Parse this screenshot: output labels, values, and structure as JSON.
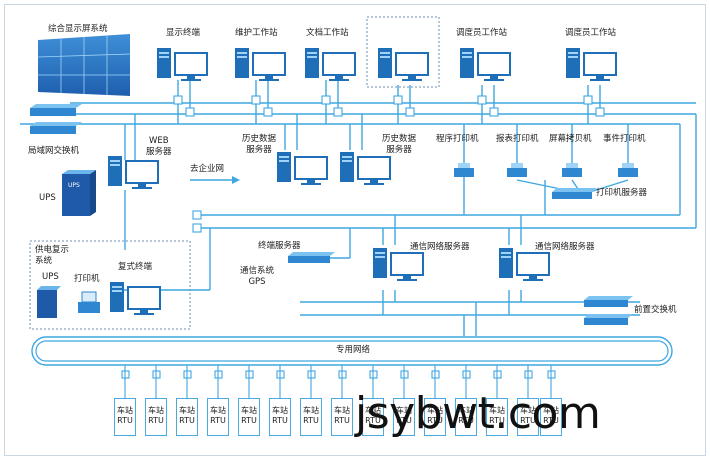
{
  "nodes": {
    "video_wall": "综合显示屏系统",
    "display_terminal": "显示终端",
    "maint_ws": "维护工作站",
    "doc_ws": "文档工作站",
    "dispatch_ws_1": "调度员工作站",
    "dispatch_ws_2": "调度员工作站",
    "lan_switch": "局域网交换机",
    "web_server": "WEB\n服务器",
    "hist_server_1": "历史数据\n服务器",
    "hist_server_2": "历史数据\n服务器",
    "ups_main": "UPS",
    "to_enterprise": "去企业网",
    "prog_printer": "程序打印机",
    "report_printer": "报表打印机",
    "screen_printer": "屏幕拷贝机",
    "event_printer": "事件打印机",
    "print_server": "打印机服务器",
    "backup_system": "供电复示\n系统",
    "backup_ups": "UPS",
    "backup_printer": "打印机",
    "backup_terminal": "复式终端",
    "terminal_server": "终端服务器",
    "comm_server_1": "通信网络服务器",
    "comm_server_2": "通信网络服务器",
    "comm_gps": "通信系统\nGPS",
    "front_switch": "前置交换机",
    "dedicated_network": "专用网络"
  },
  "rtus": [
    "车站\nRTU",
    "车站\nRTU",
    "车站\nRTU",
    "车站\nRTU",
    "车站\nRTU",
    "车站\nRTU",
    "车站\nRTU",
    "车站\nRTU",
    "车站\nRTU",
    "车站\nRTU",
    "车站\nRTU",
    "车站\nRTU",
    "车站\nRTU",
    "车站\nRTU",
    "车站\nRTU"
  ],
  "ups_badge": "UPS",
  "watermark": "jsybwt.com",
  "colors": {
    "line": "#3fa7e2",
    "device": "#1f6fb8",
    "accent": "#37a0dc"
  }
}
